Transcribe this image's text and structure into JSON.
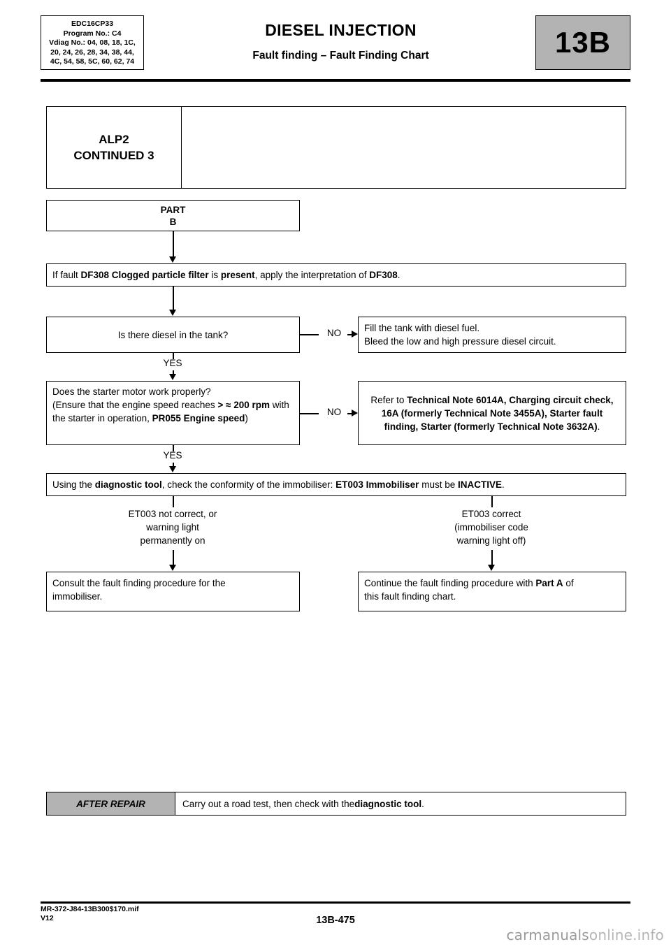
{
  "header": {
    "ecu_lines": [
      "EDC16CP33",
      "Program No.: C4",
      "Vdiag No.: 04, 08, 18, 1C,",
      "20, 24, 26, 28, 34, 38, 44,",
      "4C, 54, 58, 5C, 60, 62, 74"
    ],
    "title": "DIESEL INJECTION",
    "subtitle": "Fault finding – Fault Finding Chart",
    "chapter": "13B"
  },
  "chart": {
    "alp_title_line1": "ALP2",
    "alp_title_line2": "CONTINUED 3",
    "alp_note": "",
    "part_line1": "PART",
    "part_line2": "B",
    "df308_prefix": "If fault ",
    "df308_bold1": "DF308 Clogged particle filter",
    "df308_mid": " is ",
    "df308_bold2": "present",
    "df308_mid2": ", apply the interpretation of ",
    "df308_bold3": "DF308",
    "df308_end": ".",
    "q_tank": "Is there diesel in the tank?",
    "tank_no_line1": "Fill the tank with diesel fuel.",
    "tank_no_line2": "Bleed the low and high pressure diesel circuit.",
    "q_starter_line1": "Does the starter motor work properly?",
    "q_starter_line2a": "(Ensure that the engine speed reaches ",
    "q_starter_bold1": "> ≈ 200 rpm",
    "q_starter_line2b": " with the starter in operation, ",
    "q_starter_bold2": "PR055 Engine speed",
    "q_starter_line2c": ")",
    "starter_no_prefix": "Refer to ",
    "starter_no_bold": "Technical Note 6014A, Charging circuit check, 16A (formerly Technical Note 3455A), Starter fault finding, Starter (formerly Technical Note 3632A)",
    "starter_no_end": ".",
    "immob_prefix": "Using the ",
    "immob_bold1": "diagnostic tool",
    "immob_mid": ", check the conformity of the immobiliser: ",
    "immob_bold2": "ET003 Immobiliser",
    "immob_mid2": " must be ",
    "immob_bold3": "INACTIVE",
    "immob_end": ".",
    "branch_left_line1": "ET003 not correct, or",
    "branch_left_line2": "warning light",
    "branch_left_line3": "permanently on",
    "branch_right_line1": "ET003 correct",
    "branch_right_line2": "(immobiliser code",
    "branch_right_line3": "warning light off)",
    "consult_line1": "Consult the fault finding procedure for the",
    "consult_line2": "immobiliser.",
    "continue_prefix": "Continue the fault finding procedure with ",
    "continue_bold": "Part A",
    "continue_mid": " of",
    "continue_line2": "this fault finding chart.",
    "label_no_1": "NO",
    "label_no_2": "NO",
    "label_yes_1": "YES",
    "label_yes_2": "YES"
  },
  "after_repair": {
    "label": "AFTER REPAIR",
    "text_prefix": "Carry out a road test, then check with the ",
    "text_bold": "diagnostic tool",
    "text_end": "."
  },
  "footer": {
    "file_line1": "MR-372-J84-13B300$170.mif",
    "file_line2": "V12",
    "page": "13B-475",
    "watermark_main": "carmanuals",
    "watermark_dim": "online.info"
  }
}
